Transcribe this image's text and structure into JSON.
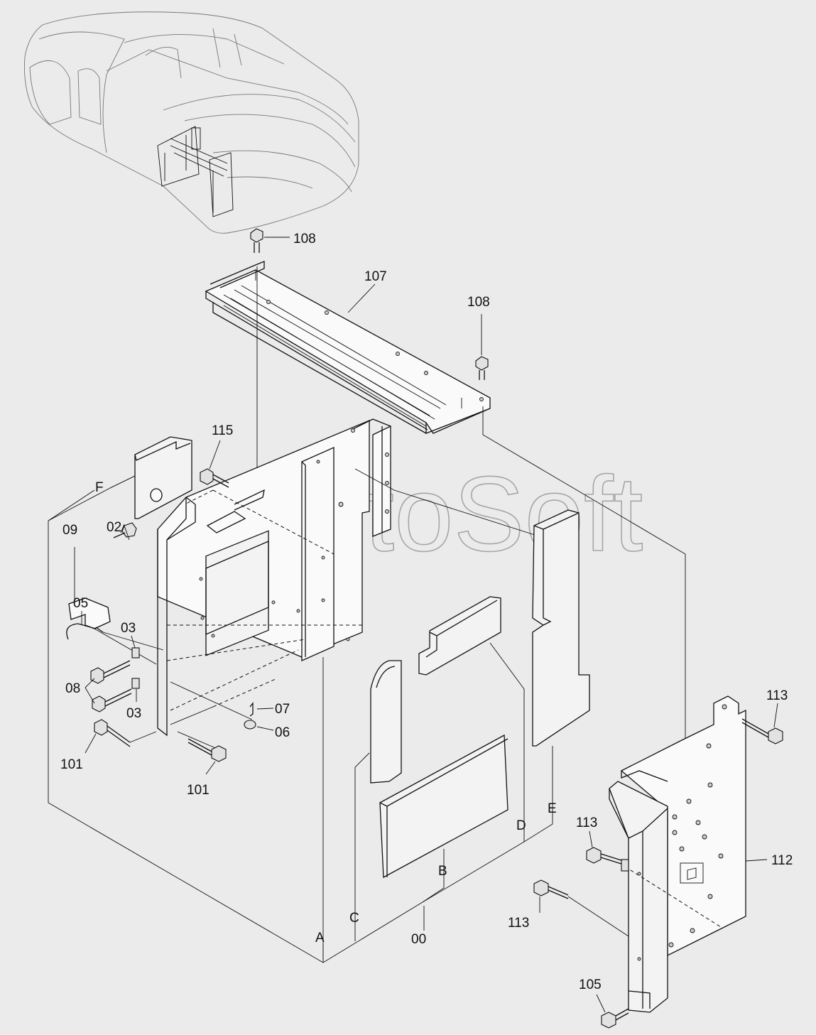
{
  "watermark": "AutoSoft",
  "callouts": {
    "p108_top": "108",
    "p107": "107",
    "p108_right": "108",
    "p115": "115",
    "pF": "F",
    "p09": "09",
    "p02": "02",
    "p05": "05",
    "p03_top": "03",
    "p08": "08",
    "p03_bottom": "03",
    "p07": "07",
    "p06": "06",
    "p101_left": "101",
    "p101_bottom": "101",
    "pA": "A",
    "pC": "C",
    "p00": "00",
    "pB": "B",
    "pD": "D",
    "pE": "E",
    "p113_top": "113",
    "p113_mid": "113",
    "p113_low": "113",
    "p112": "112",
    "p105": "105"
  }
}
